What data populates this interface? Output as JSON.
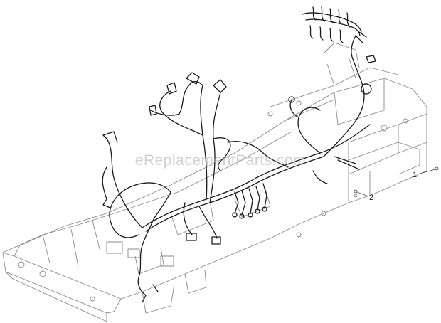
{
  "watermark": "eReplacementParts.com",
  "callouts": {
    "one": "1",
    "two": "2"
  },
  "colors": {
    "frame_line": "#8a8a8a",
    "harness": "#1a1a1a",
    "background": "#ffffff"
  }
}
